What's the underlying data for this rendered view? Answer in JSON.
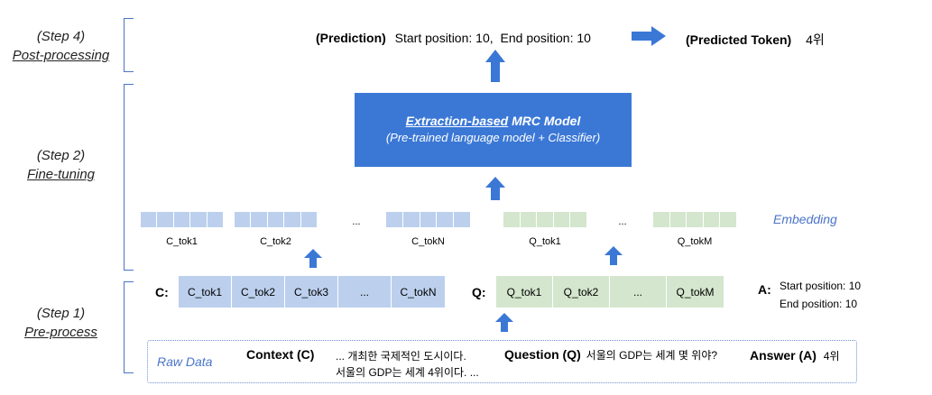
{
  "colors": {
    "accent": "#3b78d6",
    "context_tokens": "#bcd0ee",
    "question_tokens": "#d4e6cd",
    "label_blue": "#4a74c9"
  },
  "steps": [
    {
      "title": "(Step 4)",
      "name": "Post-processing"
    },
    {
      "title": "(Step 2)",
      "name": "Fine-tuning"
    },
    {
      "title": "(Step 1)",
      "name": "Pre-process"
    }
  ],
  "prediction": {
    "label": "(Prediction)",
    "start_text": "Start position: 10,",
    "end_text": "End position: 10",
    "token_label": "(Predicted Token)",
    "token_value": "4위"
  },
  "model": {
    "title_underlined": "Extraction-based",
    "title_rest": " MRC Model",
    "subtitle": "(Pre-trained language model + Classifier)"
  },
  "embedding": {
    "label": "Embedding",
    "context_labels": [
      "C_tok1",
      "C_tok2",
      "...",
      "C_tokN"
    ],
    "question_labels": [
      "Q_tok1",
      "...",
      "Q_tokM"
    ]
  },
  "context_tokens": {
    "label": "C:",
    "tokens": [
      "C_tok1",
      "C_tok2",
      "C_tok3",
      "...",
      "C_tokN"
    ]
  },
  "question_tokens": {
    "label": "Q:",
    "tokens": [
      "Q_tok1",
      "Q_tok2",
      "...",
      "Q_tokM"
    ]
  },
  "answer": {
    "label": "A:",
    "start": "Start position: 10",
    "end": "End position: 10"
  },
  "raw_data": {
    "label": "Raw Data",
    "context_label": "Context (C)",
    "context_line1": "... 개최한 국제적인 도시이다.",
    "context_line2": "서울의 GDP는 세계 4위이다. ...",
    "question_label": "Question (Q)",
    "question_text": "서울의 GDP는 세계 몇 위야?",
    "answer_label": "Answer (A)",
    "answer_text": "4위"
  }
}
